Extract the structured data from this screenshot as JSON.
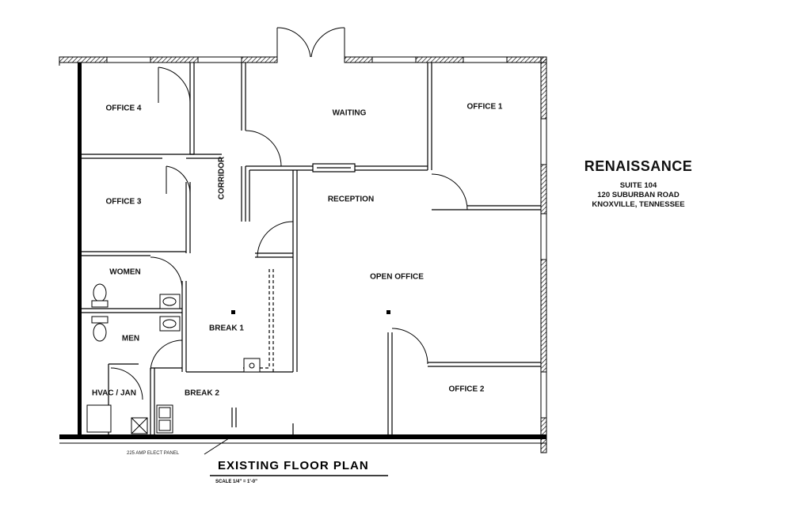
{
  "company": {
    "name": "RENAISSANCE",
    "suite": "SUITE 104",
    "street": "120  SUBURBAN ROAD",
    "city": "KNOXVILLE, TENNESSEE"
  },
  "plan": {
    "title": "EXISTING  FLOOR  PLAN",
    "scale": "SCALE  1/4\" = 1'-0\"",
    "panel_note": "225 AMP ELECT PANEL"
  },
  "rooms": {
    "office4": "OFFICE 4",
    "office3": "OFFICE 3",
    "corridor": "CORRIDOR",
    "waiting": "WAITING",
    "office1": "OFFICE 1",
    "reception": "RECEPTION",
    "open_office": "OPEN OFFICE",
    "women": "WOMEN",
    "men": "MEN",
    "break1": "BREAK 1",
    "office2": "OFFICE 2",
    "hvac": "HVAC / JAN",
    "break2": "BREAK 2"
  }
}
